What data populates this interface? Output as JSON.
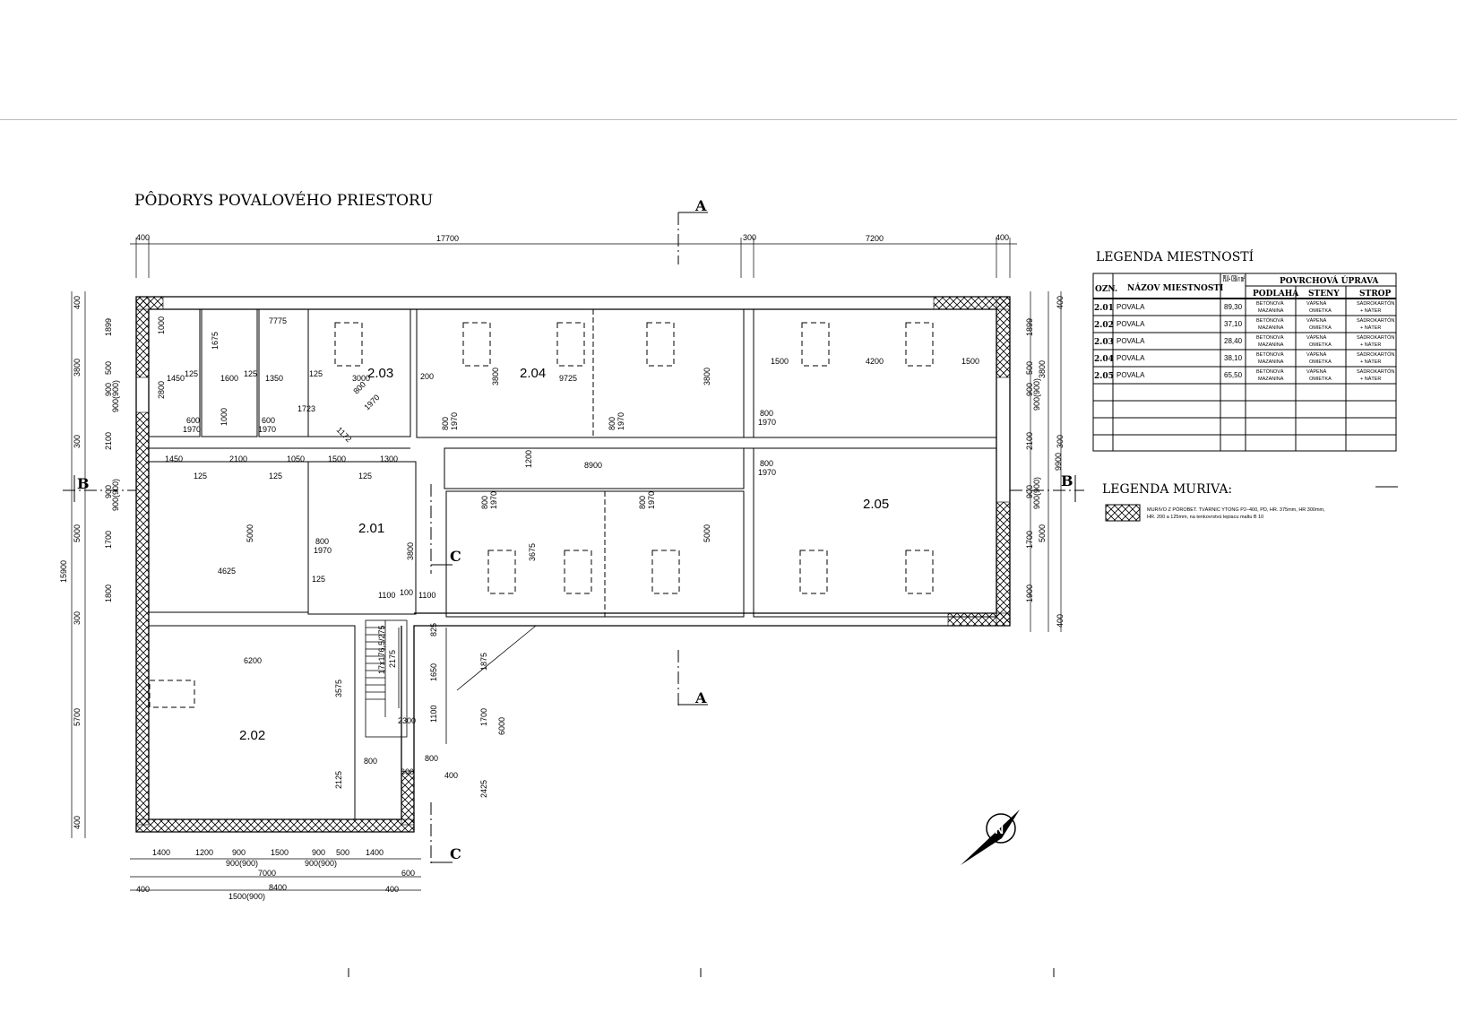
{
  "title": "PÔDORYS POVALOVÉHO PRIESTORU",
  "section_marks": {
    "a_top": "A",
    "a_bottom": "A",
    "b_left": "B",
    "b_right": "B",
    "c_top": "C",
    "c_bottom": "C"
  },
  "rooms": [
    "2.01",
    "2.02",
    "2.03",
    "2.04",
    "2.05"
  ],
  "dimensions_top": [
    "400",
    "17700",
    "300",
    "7200",
    "400"
  ],
  "dimensions_bottom": [
    "1400",
    "1200",
    "900",
    "1500",
    "900",
    "500",
    "1400",
    "900(900)",
    "900(900)",
    "7000",
    "600",
    "400",
    "8400",
    "400",
    "1500(900)"
  ],
  "dimensions_left": [
    "400",
    "1899",
    "3800",
    "500",
    "900",
    "900(900)",
    "300",
    "2100",
    "900",
    "900(900)",
    "1700",
    "5000",
    "1800",
    "300",
    "5700",
    "400",
    "15900"
  ],
  "dimensions_right": [
    "400",
    "1899",
    "3800",
    "500",
    "900",
    "900(900)",
    "300",
    "2100",
    "9900",
    "900",
    "900(900)",
    "1700",
    "5000",
    "1900",
    "400"
  ],
  "dimensions_inner": [
    "1000",
    "1675",
    "7775",
    "1450",
    "125",
    "1600",
    "125",
    "1350",
    "125",
    "3000",
    "200",
    "3800",
    "9725",
    "3800",
    "1500",
    "4200",
    "1500",
    "2800",
    "1000",
    "1723",
    "600",
    "1970",
    "600",
    "1970",
    "1172",
    "800",
    "1970",
    "1450",
    "2100",
    "1050",
    "1500",
    "1300",
    "125",
    "125",
    "125",
    "1200",
    "8900",
    "800",
    "1970",
    "800",
    "1970",
    "5000",
    "4625",
    "125",
    "800",
    "1970",
    "3800",
    "3675",
    "5000",
    "1100",
    "100",
    "1100",
    "825",
    "6200",
    "3575",
    "17x176,5/275",
    "2175",
    "1650",
    "1875",
    "2300",
    "1100",
    "1700",
    "6000",
    "800",
    "800",
    "600",
    "400",
    "2125",
    "2425",
    "800",
    "1970",
    "800",
    "1970",
    "800",
    "1970",
    "800",
    "1970"
  ],
  "room_legend": {
    "title": "LEGENDA MIESTNOSTÍ",
    "headers": {
      "ozn": "OZN.",
      "nazov": "NÁZOV MIESTNOSTI",
      "plocha": "PLO– CHA v m²",
      "povrch": "POVRCHOVÁ ÚPRAVA",
      "podlaha": "PODLAHA",
      "steny": "STENY",
      "strop": "STROP"
    },
    "rows": [
      {
        "ozn": "2.01",
        "nazov": "POVALA",
        "plocha": "89,30",
        "podlaha1": "BETÓNOVÁ",
        "podlaha2": "MAZANINA",
        "steny1": "VÁPENÁ",
        "steny2": "OMIETKA",
        "strop1": "SÁDROKARTÓN",
        "strop2": "+ NÁTER"
      },
      {
        "ozn": "2.02",
        "nazov": "POVALA",
        "plocha": "37,10",
        "podlaha1": "BETÓNOVÁ",
        "podlaha2": "MAZANINA",
        "steny1": "VÁPENÁ",
        "steny2": "OMIETKA",
        "strop1": "SÁDROKARTÓN",
        "strop2": "+ NÁTER"
      },
      {
        "ozn": "2.03",
        "nazov": "POVALA",
        "plocha": "28,40",
        "podlaha1": "BETÓNOVÁ",
        "podlaha2": "MAZANINA",
        "steny1": "VÁPENÁ",
        "steny2": "OMIETKA",
        "strop1": "SÁDROKARTÓN",
        "strop2": "+ NÁTER"
      },
      {
        "ozn": "2.04",
        "nazov": "POVALA",
        "plocha": "38,10",
        "podlaha1": "BETÓNOVÁ",
        "podlaha2": "MAZANINA",
        "steny1": "VÁPENÁ",
        "steny2": "OMIETKA",
        "strop1": "SÁDROKARTÓN",
        "strop2": "+ NÁTER"
      },
      {
        "ozn": "2.05",
        "nazov": "POVALA",
        "plocha": "65,50",
        "podlaha1": "BETÓNOVÁ",
        "podlaha2": "MAZANINA",
        "steny1": "VÁPENÁ",
        "steny2": "OMIETKA",
        "strop1": "SÁDROKARTÓN",
        "strop2": "+ NÁTER"
      }
    ]
  },
  "masonry_legend": {
    "title": "LEGENDA MURIVA:",
    "line1": "MURIVO Z PÓROBET. TVÁRNIC YTONG P2–400, PD, HR. 375mm, HR 300mm,",
    "line2": "HR. 200 a 125mm, na tenkovrstvú lepiacu maltu B 10"
  },
  "north_arrow": "N"
}
